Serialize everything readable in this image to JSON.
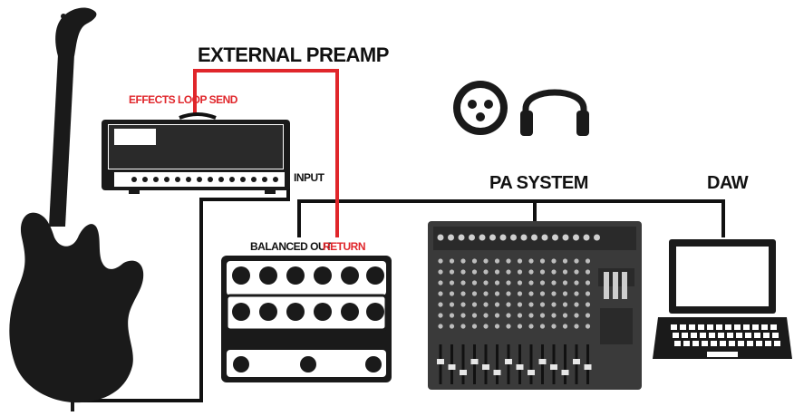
{
  "labels": {
    "external_preamp": "EXTERNAL PREAMP",
    "effects_loop_send": "EFFECTS LOOP SEND",
    "input": "INPUT",
    "pa_system": "PA SYSTEM",
    "daw": "DAW",
    "balanced_out": "BALANCED OUT",
    "return": "RETURN"
  },
  "colors": {
    "cable": "#111111",
    "send_return_cable": "#e0262b",
    "device_body": "#1a1a1a",
    "mixer_body": "#3a3a3a",
    "background": "#ffffff"
  },
  "icons": [
    "xlr-connector-icon",
    "headphones-icon"
  ]
}
